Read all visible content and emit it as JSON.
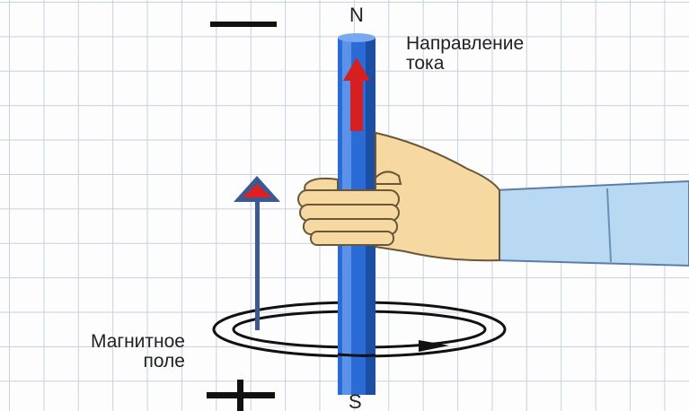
{
  "poles": {
    "north": "N",
    "south": "S"
  },
  "current_label": {
    "line1": "Направление",
    "line2": "тока"
  },
  "field_label": {
    "line1": "Магнитное",
    "line2": "поле"
  },
  "terminals": {
    "negative": "—",
    "positive": "+"
  },
  "colors": {
    "conductor": "#2b6bd6",
    "current_arrow": "#d42020",
    "field_arrow_shaft": "#3b5a93",
    "field_arrow_head": "#e02020",
    "hand_skin": "#f6d9a0",
    "sleeve": "#b9d9f2",
    "grid": "#c9d0de"
  }
}
